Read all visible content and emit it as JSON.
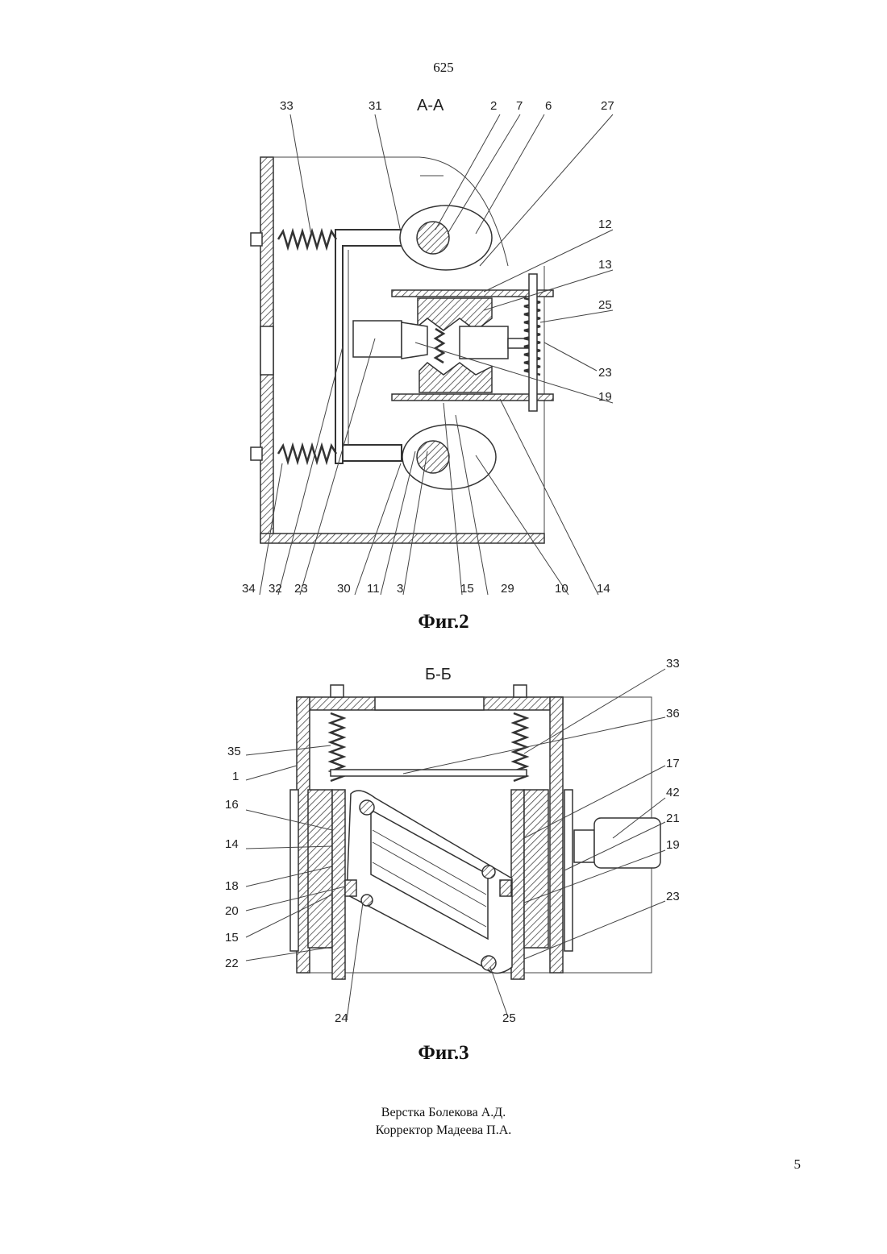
{
  "page_top_number": "625",
  "figure2": {
    "section": "А-А",
    "caption": "Фиг.2",
    "labels_top": [
      "33",
      "31",
      "2",
      "7",
      "6",
      "27"
    ],
    "labels_right": [
      "12",
      "13",
      "25",
      "23",
      "19"
    ],
    "labels_bottom": [
      "34",
      "32",
      "23",
      "30",
      "11",
      "3",
      "15",
      "29",
      "10",
      "14"
    ]
  },
  "figure3": {
    "section": "Б-Б",
    "caption": "Фиг.3",
    "labels_left": [
      "35",
      "1",
      "16",
      "14",
      "18",
      "20",
      "15",
      "22"
    ],
    "labels_right": [
      "33",
      "36",
      "17",
      "42",
      "21",
      "19",
      "23"
    ],
    "labels_bottom": [
      "24",
      "25"
    ]
  },
  "credits": {
    "line1": "Верстка Болекова А.Д.",
    "line2": "Корректор Мадеева П.А."
  },
  "page_bottom_number": "5"
}
